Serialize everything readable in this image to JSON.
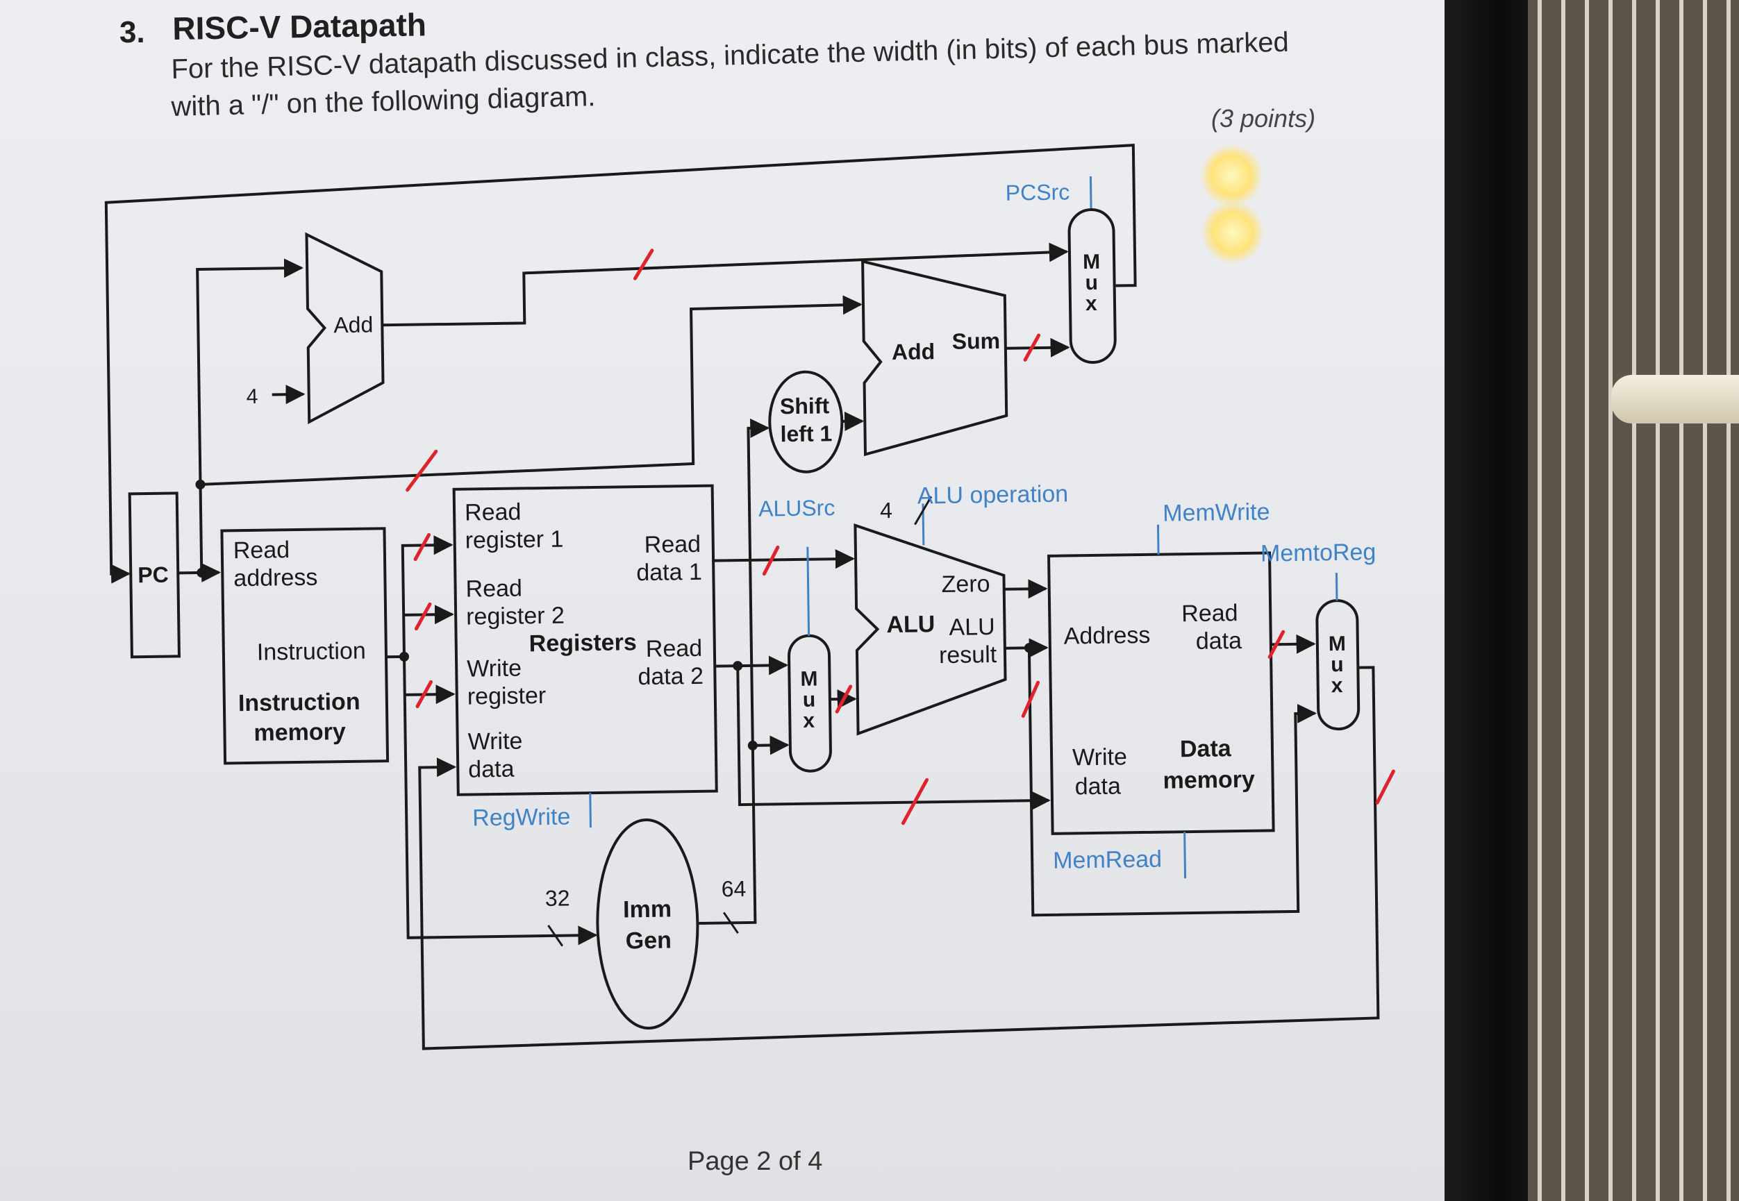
{
  "question": {
    "number": "3.",
    "title": "RISC-V Datapath",
    "line1": "For the RISC-V datapath discussed in class, indicate the width (in bits) of each bus marked",
    "line2": "with a \"/\" on the following diagram.",
    "points": "(3 points)"
  },
  "diagram": {
    "pc": "PC",
    "four": "4",
    "add_top": "Add",
    "shift_left_1": [
      "Shift",
      "left 1"
    ],
    "add_branch": "Add",
    "sum": "Sum",
    "pcsrc": "PCSrc",
    "mux_label": [
      "M",
      "u",
      "x"
    ],
    "imem": {
      "read_address": [
        "Read",
        "address"
      ],
      "instruction": "Instruction",
      "name": [
        "Instruction",
        "memory"
      ]
    },
    "regs": {
      "read_register_1": [
        "Read",
        "register 1"
      ],
      "read_register_2": [
        "Read",
        "register 2"
      ],
      "write_register": [
        "Write",
        "register"
      ],
      "write_data": [
        "Write",
        "data"
      ],
      "registers": "Registers",
      "read_data_1": [
        "Read",
        "data 1"
      ],
      "read_data_2": [
        "Read",
        "data 2"
      ]
    },
    "regwrite": "RegWrite",
    "imm_gen": [
      "Imm",
      "Gen"
    ],
    "imm_in_width": "32",
    "imm_out_width": "64",
    "alusrc": "ALUSrc",
    "alu_op_width": "4",
    "alu_operation": "ALU operation",
    "alu": "ALU",
    "zero": "Zero",
    "alu_result": [
      "ALU",
      "result"
    ],
    "dmem": {
      "address": "Address",
      "read_data": [
        "Read",
        "data"
      ],
      "write_data": [
        "Write",
        "data"
      ],
      "name": [
        "Data",
        "memory"
      ]
    },
    "memwrite": "MemWrite",
    "memread": "MemRead",
    "memtoreg": "MemtoReg"
  },
  "footer": "Page 2 of 4",
  "colors": {
    "control_text": "#3f82c8",
    "bus_mark": "#e0222c",
    "line": "#1a1a1a"
  }
}
